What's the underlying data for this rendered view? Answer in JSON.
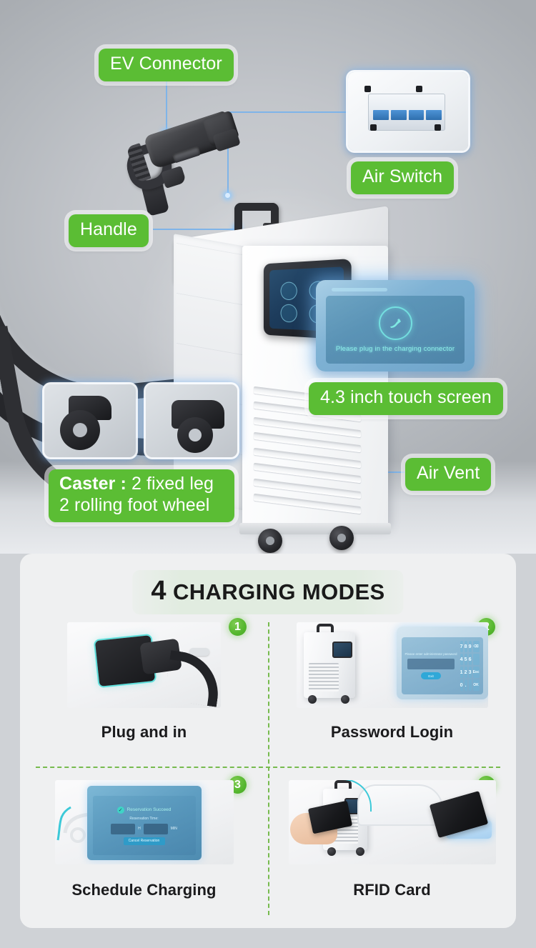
{
  "product_scene": {
    "callouts": [
      {
        "id": "ev-connector",
        "label": "EV Connector"
      },
      {
        "id": "air-switch",
        "label": "Air Switch"
      },
      {
        "id": "handle",
        "label": "Handle"
      },
      {
        "id": "touch-screen",
        "label": "4.3 inch touch screen"
      },
      {
        "id": "air-vent",
        "label": "Air Vent"
      }
    ],
    "caster_callout": {
      "title": "Caster :",
      "line1": "2 fixed leg",
      "line2": "2 rolling foot wheel"
    },
    "screen_callout": {
      "message": "Please plug in the charging connector",
      "icon": "ev-plug-icon"
    },
    "colors": {
      "pill_green": "#5bbd34",
      "pill_text": "#ffffff",
      "leader_blue": "#7fb4e8"
    }
  },
  "modes_panel": {
    "title_number": "4",
    "title_text": "CHARGING MODES",
    "modes": [
      {
        "number": "1",
        "label": "Plug and in"
      },
      {
        "number": "2",
        "label": "Password Login"
      },
      {
        "number": "3",
        "label": "Schedule Charging"
      },
      {
        "number": "4",
        "label": "RFID Card"
      }
    ],
    "password_screen": {
      "prompt": "Please enter administrator password",
      "exit_label": "Exit",
      "keys": [
        "7",
        "8",
        "9",
        "⌫",
        "4",
        "5",
        "6",
        "",
        "1",
        "2",
        "3",
        "Esc",
        "0",
        ".",
        "",
        "OK"
      ]
    },
    "schedule_screen": {
      "status": "Reservation Succeed",
      "subtitle": "Reservation Time:",
      "unit_hour": "H",
      "unit_min": "MIN",
      "button_label": "Cancel Reservation"
    },
    "colors": {
      "panel_bg": "#eff0f1",
      "badge_green": "#55b72e",
      "divider_green": "#77bb4e",
      "title_bg": "#e1ece0"
    }
  }
}
